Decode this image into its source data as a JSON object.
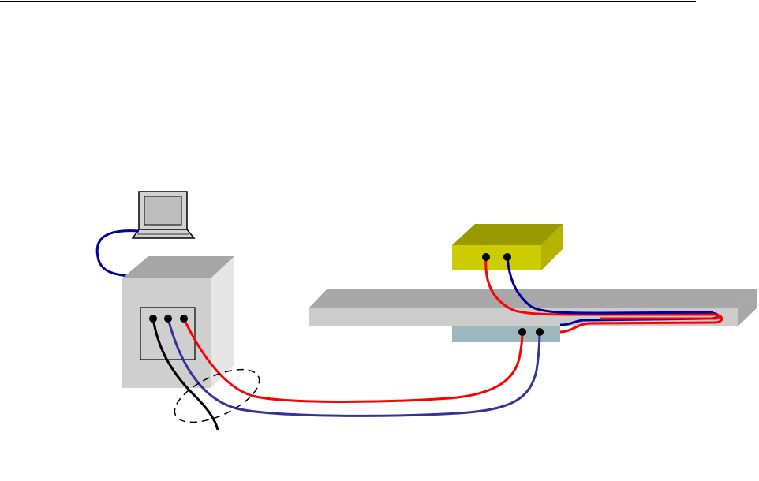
{
  "title": "",
  "colors": {
    "background": "#ffffff",
    "top_rule": "#000000",
    "laptop_body": "#d2d2d2",
    "laptop_screen": "#bdbdbd",
    "cabinet_front": "#cfcfcf",
    "cabinet_top": "#a6a6a6",
    "cabinet_side": "#e6e6e6",
    "yellow_front": "#cccc00",
    "yellow_top": "#999900",
    "yellow_side": "#b3b300",
    "bar_top": "#a8a8a8",
    "bar_front": "#cccccc",
    "sensor_fill": "#9fb8bd",
    "wire_red": "#ff0000",
    "wire_blue": "#333399",
    "wire_navy": "#000099",
    "wire_black": "#000000",
    "terminal": "#000000"
  },
  "components": {
    "laptop": "laptop-icon",
    "instrument_cabinet": "cabinet",
    "yellow_device": "box",
    "horizontal_bar": "beam",
    "sensor_block": "block",
    "wire_bundle_marker": "dashed-ellipse"
  }
}
